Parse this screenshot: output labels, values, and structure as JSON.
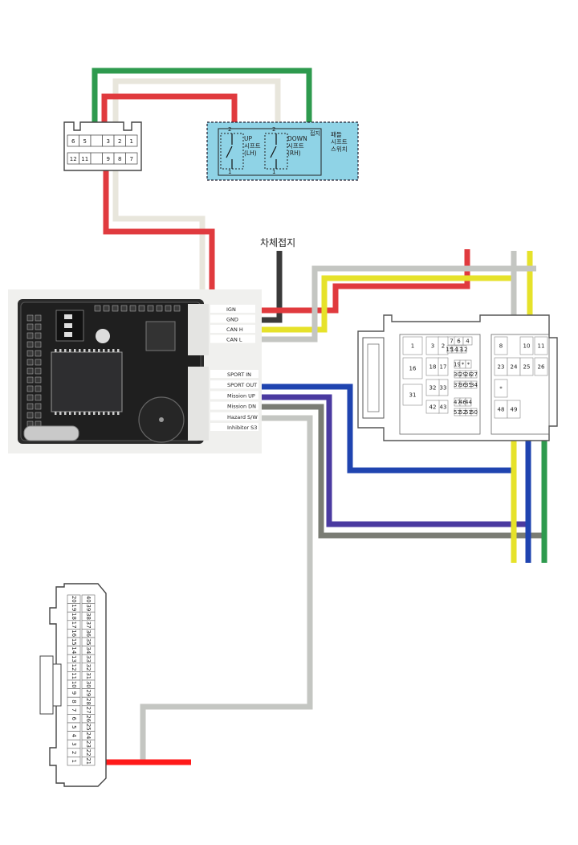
{
  "colors": {
    "wire_red": "#e03a3e",
    "wire_green": "#2e9a4e",
    "wire_white": "#e8e6dc",
    "wire_gray": "#c4c6c2",
    "wire_black": "#3a3a3a",
    "wire_yellow": "#e6e22a",
    "wire_blue": "#1f44b0",
    "wire_purple": "#4a3aa0",
    "wire_darkgray": "#7a7c74",
    "wire_orange": "#f08a1c",
    "switch_box": "#8fd3e6",
    "pcb": "#2a2a2a"
  },
  "top_connector": {
    "pins_top": [
      "6",
      "5",
      "",
      "3",
      "2",
      "1"
    ],
    "pins_bottom": [
      "12",
      "11",
      "",
      "9",
      "8",
      "7"
    ]
  },
  "paddle_switch": {
    "up_label_1": "UP",
    "up_label_2": "시프트",
    "up_label_3": "(LH)",
    "down_label_1": "DOWN",
    "down_label_2": "시프트",
    "down_label_3": "(RH)",
    "ground_label": "접지",
    "title_1": "패들",
    "title_2": "시프트",
    "title_3": "스위치",
    "pin_2a": "2",
    "pin_1a": "1",
    "pin_2b": "2",
    "pin_1b": "1"
  },
  "chassis_ground_label": "차체접지",
  "module": {
    "pins_top": [
      "IGN",
      "GND",
      "CAN H",
      "CAN L"
    ],
    "pins_bottom": [
      "SPORT IN",
      "SPORT OUT",
      "Mission UP",
      "Mission DN",
      "Hazard S/W",
      "Inhibitor S3"
    ]
  },
  "right_connector": {
    "cells": [
      {
        "t": "7"
      },
      {
        "t": "6"
      },
      {
        "t": "4"
      },
      {
        "t": "3"
      },
      {
        "t": "2"
      },
      {
        "t": "1"
      },
      {
        "t": "15"
      },
      {
        "t": "14"
      },
      {
        "t": "13"
      },
      {
        "t": "12"
      },
      {
        "t": "18"
      },
      {
        "t": "17"
      },
      {
        "t": "16"
      },
      {
        "t": "19"
      },
      {
        "t": "*"
      },
      {
        "t": "*"
      },
      {
        "t": "30"
      },
      {
        "t": "29"
      },
      {
        "t": "28"
      },
      {
        "t": "27"
      },
      {
        "t": "33"
      },
      {
        "t": "32"
      },
      {
        "t": "31"
      },
      {
        "t": "37"
      },
      {
        "t": "36"
      },
      {
        "t": "35"
      },
      {
        "t": "34"
      },
      {
        "t": "47"
      },
      {
        "t": "46"
      },
      {
        "t": "44"
      },
      {
        "t": "43"
      },
      {
        "t": "42"
      },
      {
        "t": "53"
      },
      {
        "t": "52"
      },
      {
        "t": "51"
      },
      {
        "t": "50"
      },
      {
        "t": "8"
      },
      {
        "t": "10"
      },
      {
        "t": "11"
      },
      {
        "t": "23"
      },
      {
        "t": "24"
      },
      {
        "t": "25"
      },
      {
        "t": "26"
      },
      {
        "t": "*"
      },
      {
        "t": "48"
      },
      {
        "t": "49"
      }
    ]
  },
  "bottom_connector": {
    "pins_right": [
      "40",
      "39",
      "38",
      "37",
      "36",
      "35",
      "34",
      "33",
      "32",
      "31",
      "30",
      "29",
      "28",
      "27",
      "26",
      "25",
      "24",
      "23",
      "22",
      "21"
    ],
    "pins_left": [
      "20",
      "19",
      "18",
      "17",
      "16",
      "15",
      "14",
      "13",
      "12",
      "11",
      "10",
      "9",
      "8",
      "7",
      "6",
      "5",
      "4",
      "3",
      "2",
      "1"
    ]
  }
}
